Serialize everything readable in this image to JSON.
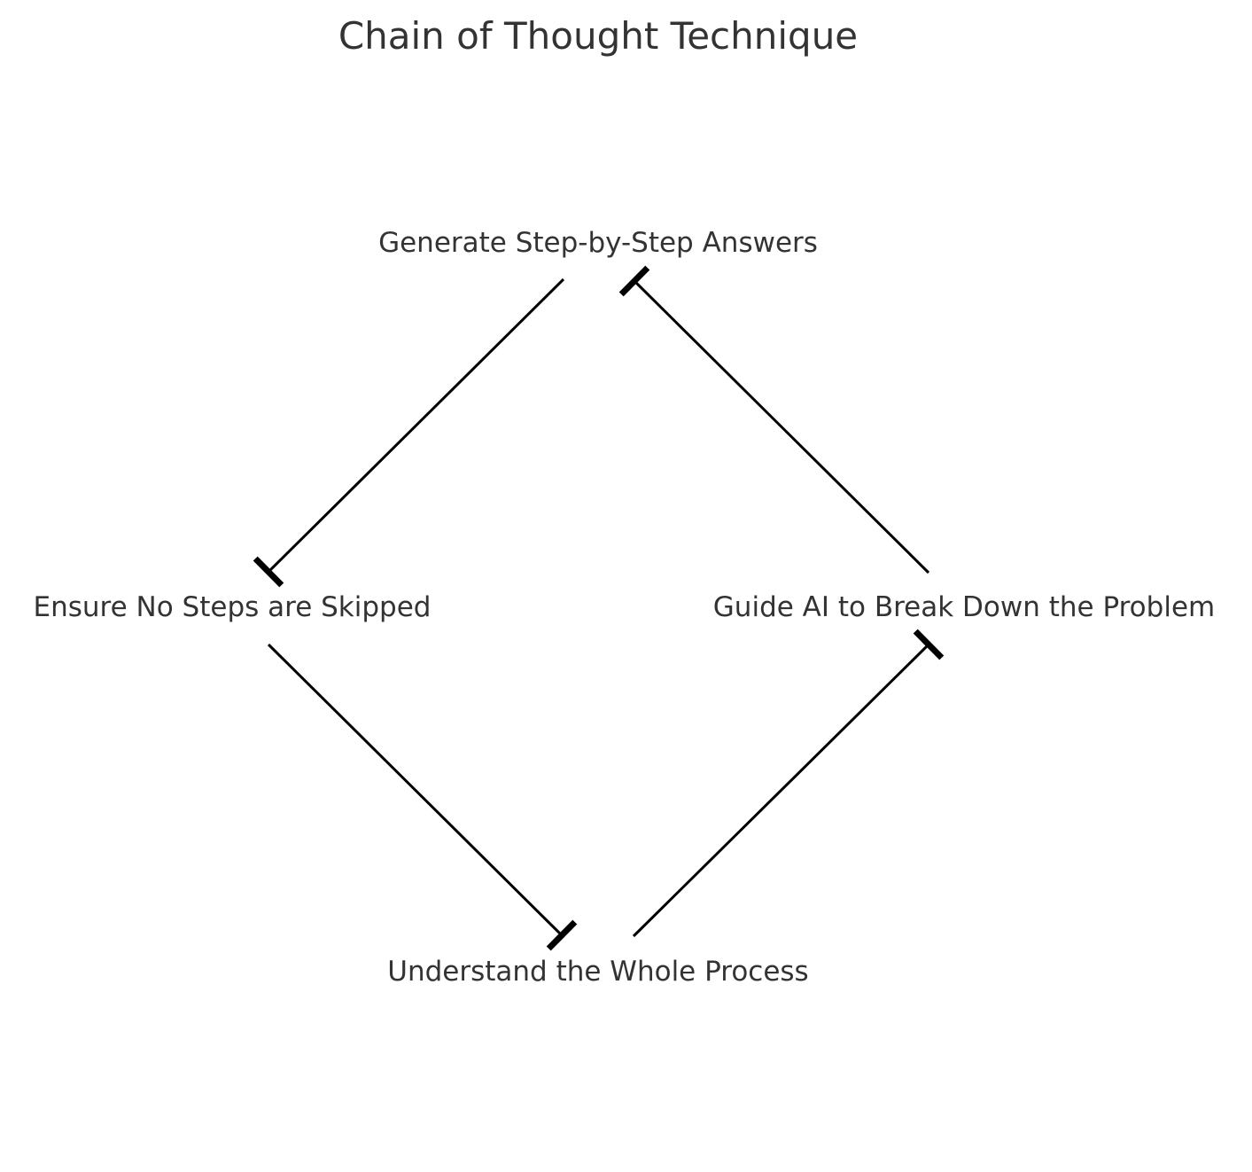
{
  "diagram": {
    "title": "Chain of Thought Technique",
    "colors": {
      "text": "#333333",
      "edge": "#000000",
      "background": "#ffffff"
    },
    "nodes": [
      {
        "id": "top",
        "label": "Generate Step-by-Step Answers"
      },
      {
        "id": "right",
        "label": "Guide AI to Break Down the Problem"
      },
      {
        "id": "bottom",
        "label": "Understand the Whole Process"
      },
      {
        "id": "left",
        "label": "Ensure No Steps are Skipped"
      }
    ],
    "edges": [
      {
        "from": "right",
        "to": "top"
      },
      {
        "from": "top",
        "to": "left"
      },
      {
        "from": "left",
        "to": "bottom"
      },
      {
        "from": "bottom",
        "to": "right"
      }
    ]
  }
}
